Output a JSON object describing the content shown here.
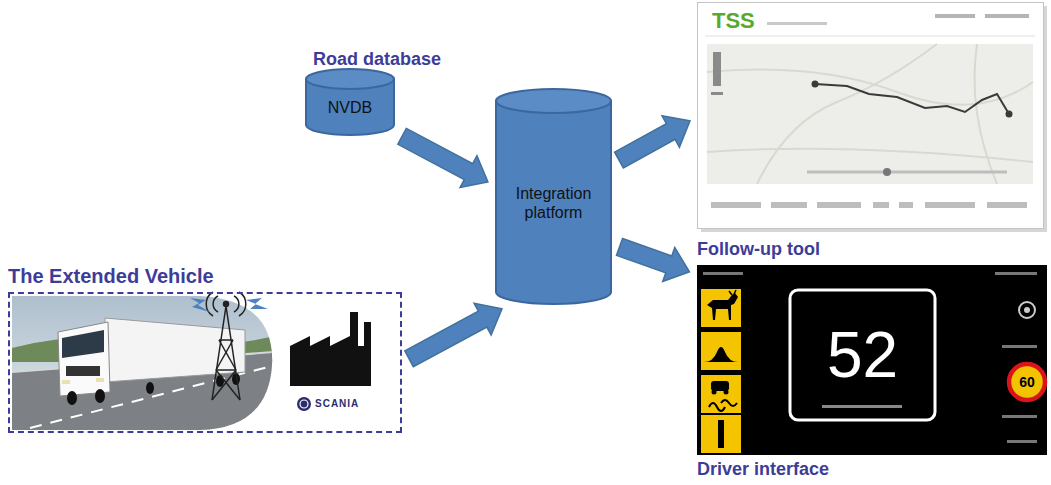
{
  "diagram": {
    "nodes": [
      {
        "text": [
          "Road database",
          "NVDB"
        ]
      },
      {
        "text": [
          "The Extended Vehicle"
        ]
      },
      {
        "text": [
          "Integration platform"
        ]
      },
      {
        "text": [
          "Follow-up tool"
        ]
      },
      {
        "text": [
          "Driver interface"
        ]
      }
    ],
    "edges": [
      {
        "from": 0,
        "to": 2,
        "arrow": "to"
      },
      {
        "from": 1,
        "to": 2,
        "arrow": "to"
      },
      {
        "from": 2,
        "to": 3,
        "arrow": "to"
      },
      {
        "from": 2,
        "to": 4,
        "arrow": "to"
      }
    ],
    "labels": [
      "SCANIA",
      "TSS",
      "52",
      "60"
    ]
  }
}
